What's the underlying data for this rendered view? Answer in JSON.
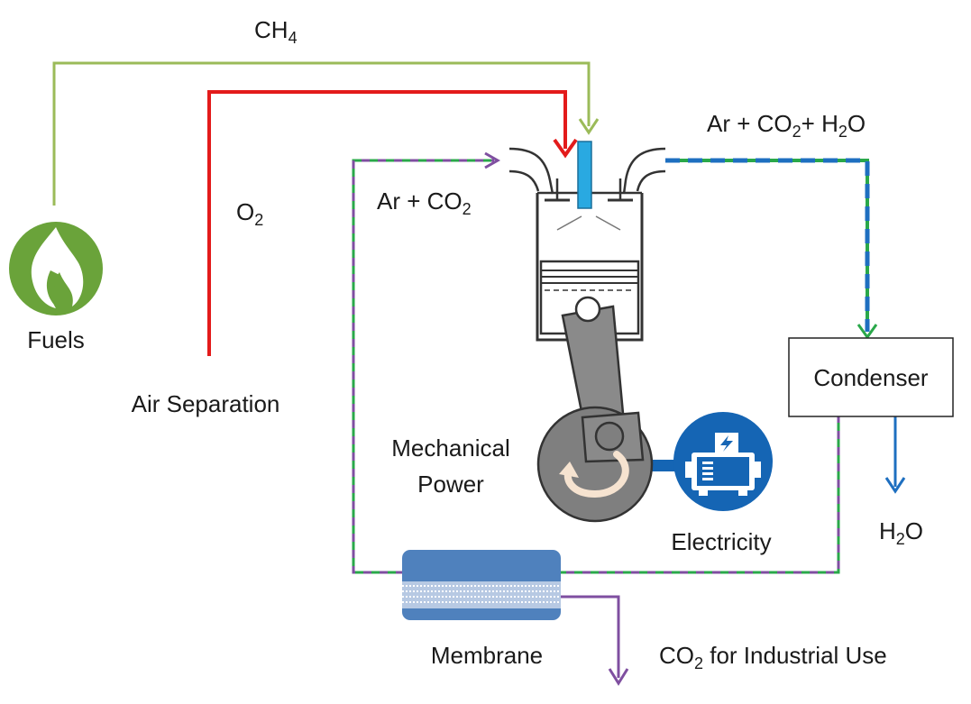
{
  "labels": {
    "ch4": {
      "main": "CH",
      "sub": "4"
    },
    "o2": {
      "main": "O",
      "sub": "2"
    },
    "fuels": "Fuels",
    "air_separation": "Air Separation",
    "recycle": {
      "a": "Ar + CO",
      "sub": "2"
    },
    "exhaust": {
      "a": "Ar + CO",
      "sub1": "2",
      "b": "+ H",
      "sub2": "2",
      "c": "O"
    },
    "condenser": "Condenser",
    "water": {
      "a": "H",
      "sub": "2",
      "b": "O"
    },
    "mechanical_power": [
      "Mechanical",
      "Power"
    ],
    "electricity": "Electricity",
    "membrane": "Membrane",
    "co2_use": {
      "a": "CO",
      "sub": "2",
      "b": " for Industrial Use"
    }
  },
  "colors": {
    "ch4_line": "#9bbb59",
    "o2_line": "#e31b1b",
    "recycle_line": "#7f4fa0",
    "exhaust_green": "#2aa84a",
    "exhaust_blue": "#1e6fc0",
    "water_line": "#1e6fc0",
    "fuels_icon": "#6aa33a",
    "electricity_icon": "#1565b4",
    "injector": "#29a9e1",
    "membrane": "#4f81bd"
  },
  "icons": [
    "flame-icon",
    "generator-icon",
    "rotation-arrow-icon"
  ]
}
